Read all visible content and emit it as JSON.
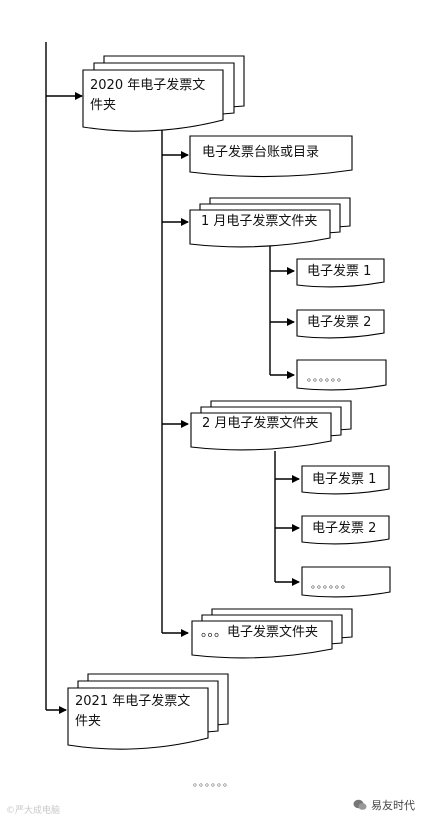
{
  "nodes": {
    "folder_2020": "2020 年电子发票文件夹",
    "ledger": "电子发票台账或目录",
    "folder_jan": "1 月电子发票文件夹",
    "jan_invoice_1": "电子发票 1",
    "jan_invoice_2": "电子发票 2",
    "jan_more": "。。。。。。",
    "folder_feb": "2 月电子发票文件夹",
    "feb_invoice_1": "电子发票 1",
    "feb_invoice_2": "电子发票 2",
    "feb_more": "。。。。。。",
    "folder_more": "。。。电子发票文件夹",
    "folder_2021": "2021 年电子发票文件夹"
  },
  "footer_dots": "。。。。。。",
  "watermark": {
    "left": "©严大成电脑",
    "right": "易友时代"
  }
}
